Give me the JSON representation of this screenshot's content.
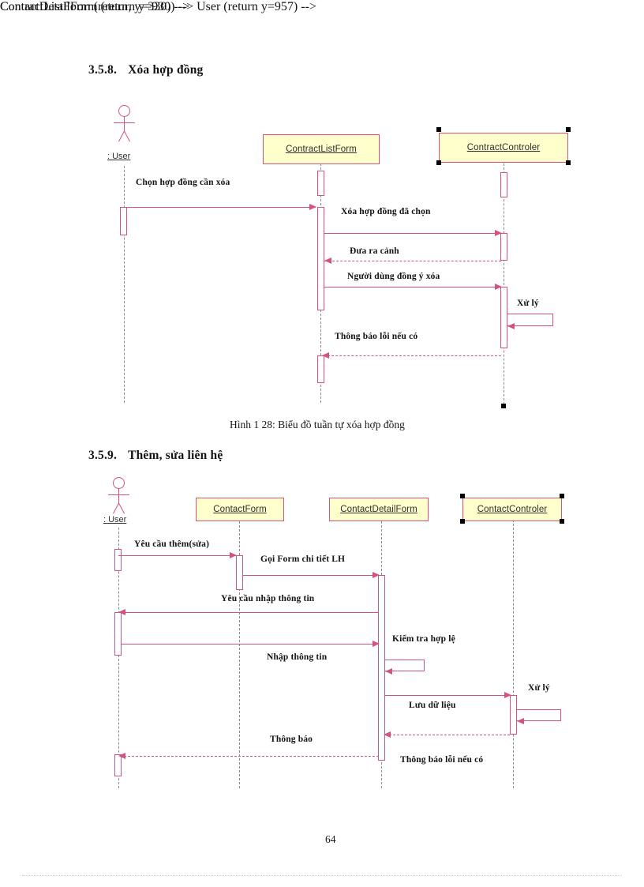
{
  "document": {
    "page_number": "64",
    "sections": [
      {
        "number": "3.5.8.",
        "title": "Xóa hợp đồng"
      },
      {
        "number": "3.5.9.",
        "title": "Thêm, sửa liên hệ"
      }
    ],
    "figure_caption": "Hình  1 28: Biểu  đồ tuần  tự xóa hợp  đồng"
  },
  "colors": {
    "object_fill": "#ffffcc",
    "object_border": "#d4527e",
    "message_line": "#d4527e",
    "lifeline": "#8a8a8a",
    "selection_handle": "#000000",
    "text": "#121212",
    "footer_rule": "#b9d8e8"
  },
  "diagram1": {
    "name": "sequence-diagram-delete-contract",
    "actor": {
      "label": ": User"
    },
    "objects": [
      {
        "name": "ContractListForm",
        "selected": false
      },
      {
        "name": "ContractControler",
        "selected": true
      }
    ],
    "messages": [
      {
        "label": "Chọn hợp đồng cần xóa",
        "from": "User",
        "to": "ContractListForm",
        "type": "call"
      },
      {
        "label": "Xóa hợp đồng đã chọn",
        "from": "ContractListForm",
        "to": "ContractControler",
        "type": "call"
      },
      {
        "label": "Đưa ra cảnh",
        "from": "ContractControler",
        "to": "ContractListForm",
        "type": "return"
      },
      {
        "label": "Người dùng đồng ý xóa",
        "from": "ContractListForm",
        "to": "ContractControler",
        "type": "call"
      },
      {
        "label": "Xử lý",
        "from": "ContractControler",
        "to": "ContractControler",
        "type": "self"
      },
      {
        "label": "Thông báo lỗi nếu có",
        "from": "ContractControler",
        "to": "ContractListForm",
        "type": "return"
      }
    ]
  },
  "diagram2": {
    "name": "sequence-diagram-add-edit-contact",
    "actor": {
      "label": ": User"
    },
    "objects": [
      {
        "name": "ContactForm",
        "selected": false
      },
      {
        "name": "ContactDetailForm",
        "selected": false
      },
      {
        "name": "ContactControler",
        "selected": true
      }
    ],
    "messages": [
      {
        "label": "Yêu cầu thêm(sửa)",
        "from": "User",
        "to": "ContactForm",
        "type": "call"
      },
      {
        "label": "Gọi Form chi tiết LH",
        "from": "ContactForm",
        "to": "ContactDetailForm",
        "type": "call"
      },
      {
        "label": "Yêu cầu nhập thông tin",
        "from": "ContactDetailForm",
        "to": "User",
        "type": "call"
      },
      {
        "label": "Nhập thông tin",
        "from": "User",
        "to": "ContactDetailForm",
        "type": "call"
      },
      {
        "label": "Kiểm tra hợp lệ",
        "from": "ContactDetailForm",
        "to": "ContactDetailForm",
        "type": "self"
      },
      {
        "label": "Lưu dữ liệu",
        "from": "ContactDetailForm",
        "to": "ContactControler",
        "type": "call"
      },
      {
        "label": "Xử lý",
        "from": "ContactControler",
        "to": "ContactControler",
        "type": "self"
      },
      {
        "label": "Thông báo",
        "from": "ContactControler",
        "to": "ContactDetailForm",
        "type": "return"
      },
      {
        "label": "Thông báo lỗi nếu có",
        "from": "ContactDetailForm",
        "to": "User",
        "type": "return"
      }
    ]
  }
}
